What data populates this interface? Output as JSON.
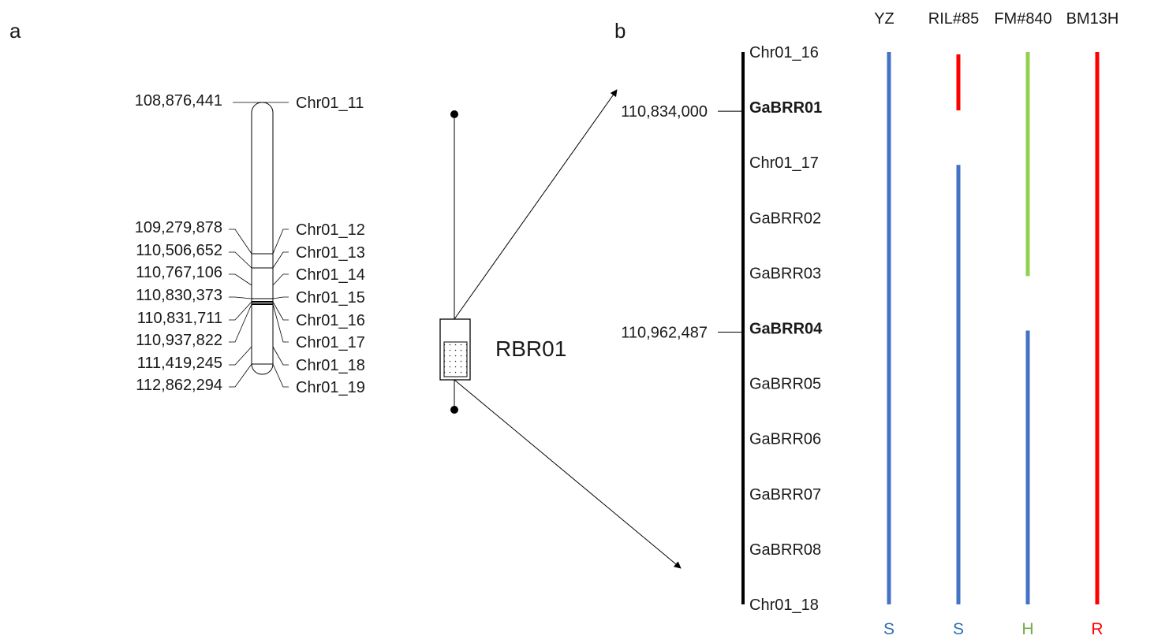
{
  "panel_a": {
    "label": "a",
    "markers": [
      {
        "position": "108,876,441",
        "name": "Chr01_11"
      },
      {
        "position": "109,279,878",
        "name": "Chr01_12"
      },
      {
        "position": "110,506,652",
        "name": "Chr01_13"
      },
      {
        "position": "110,767,106",
        "name": "Chr01_14"
      },
      {
        "position": "110,830,373",
        "name": "Chr01_15"
      },
      {
        "position": "110,831,711",
        "name": "Chr01_16"
      },
      {
        "position": "110,937,822",
        "name": "Chr01_17"
      },
      {
        "position": "111,419,245",
        "name": "Chr01_18"
      },
      {
        "position": "112,862,294",
        "name": "Chr01_19"
      }
    ],
    "region_label": "RBR01"
  },
  "panel_b": {
    "label": "b",
    "markers": [
      {
        "name": "Chr01_16",
        "bold": false,
        "position": ""
      },
      {
        "name": "GaBRR01",
        "bold": true,
        "position": "110,834,000"
      },
      {
        "name": "Chr01_17",
        "bold": false,
        "position": ""
      },
      {
        "name": "GaBRR02",
        "bold": false,
        "position": ""
      },
      {
        "name": "GaBRR03",
        "bold": false,
        "position": ""
      },
      {
        "name": "GaBRR04",
        "bold": true,
        "position": "110,962,487"
      },
      {
        "name": "GaBRR05",
        "bold": false,
        "position": ""
      },
      {
        "name": "GaBRR06",
        "bold": false,
        "position": ""
      },
      {
        "name": "GaBRR07",
        "bold": false,
        "position": ""
      },
      {
        "name": "GaBRR08",
        "bold": false,
        "position": ""
      },
      {
        "name": "Chr01_18",
        "bold": false,
        "position": ""
      }
    ],
    "genotypes": [
      {
        "name": "YZ",
        "score": "S",
        "score_color": "#2e6fb5",
        "segments": [
          {
            "color": "#4472c4",
            "from_marker": 0,
            "to_marker": 10
          }
        ]
      },
      {
        "name": "RIL#85",
        "score": "S",
        "score_color": "#2e6fb5",
        "segments": [
          {
            "color": "#ff0000",
            "from_marker": 0,
            "to_marker": 1
          },
          {
            "color": "#4472c4",
            "from_marker": 2,
            "to_marker": 10
          }
        ]
      },
      {
        "name": "FM#840",
        "score": "H",
        "score_color": "#70ad47",
        "segments": [
          {
            "color": "#92d050",
            "from_marker": 0,
            "to_marker": 4
          },
          {
            "color": "#4472c4",
            "from_marker": 5,
            "to_marker": 10
          }
        ]
      },
      {
        "name": "BM13H",
        "score": "R",
        "score_color": "#ff0000",
        "segments": [
          {
            "color": "#ff0000",
            "from_marker": 0,
            "to_marker": 10
          }
        ]
      }
    ]
  }
}
